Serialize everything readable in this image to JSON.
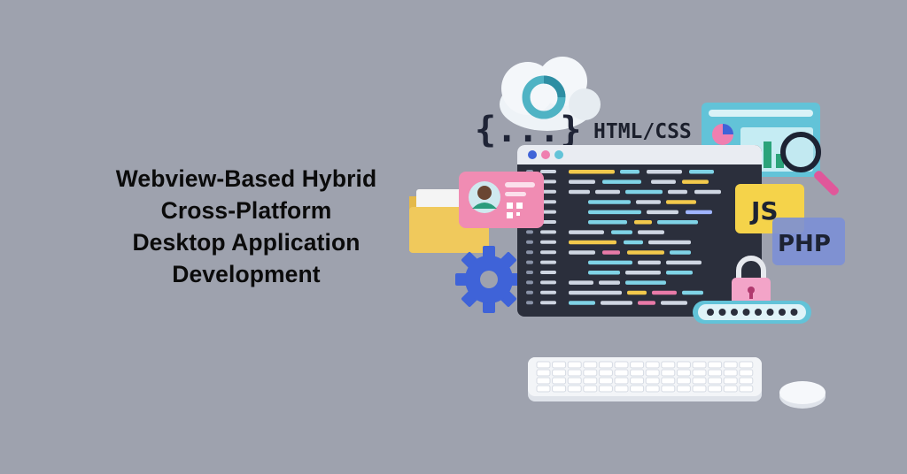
{
  "headline": {
    "lines": [
      "Webview-Based Hybrid",
      "Cross-Platform",
      "Desktop Application",
      "Development"
    ]
  },
  "illustration": {
    "braces_label": "{...}",
    "html_css_label": "HTML/CSS",
    "js_label": "JS",
    "php_label": "PHP",
    "icons": [
      "cloud-icon",
      "folder-icon",
      "profile-card-icon",
      "qr-code-icon",
      "gear-icon",
      "code-window",
      "chart-window",
      "magnifier-icon",
      "lock-icon",
      "password-field",
      "keyboard",
      "mouse"
    ]
  },
  "colors": {
    "background": "#9ea2ae",
    "headline_text": "#0b0b0b",
    "editor_bg": "#2b2f3c",
    "js_badge": "#f5d34a",
    "php_badge": "#7b8fd6",
    "profile_card": "#f08cb3",
    "gear": "#3f63d8",
    "chart_window": "#62c3d8"
  }
}
